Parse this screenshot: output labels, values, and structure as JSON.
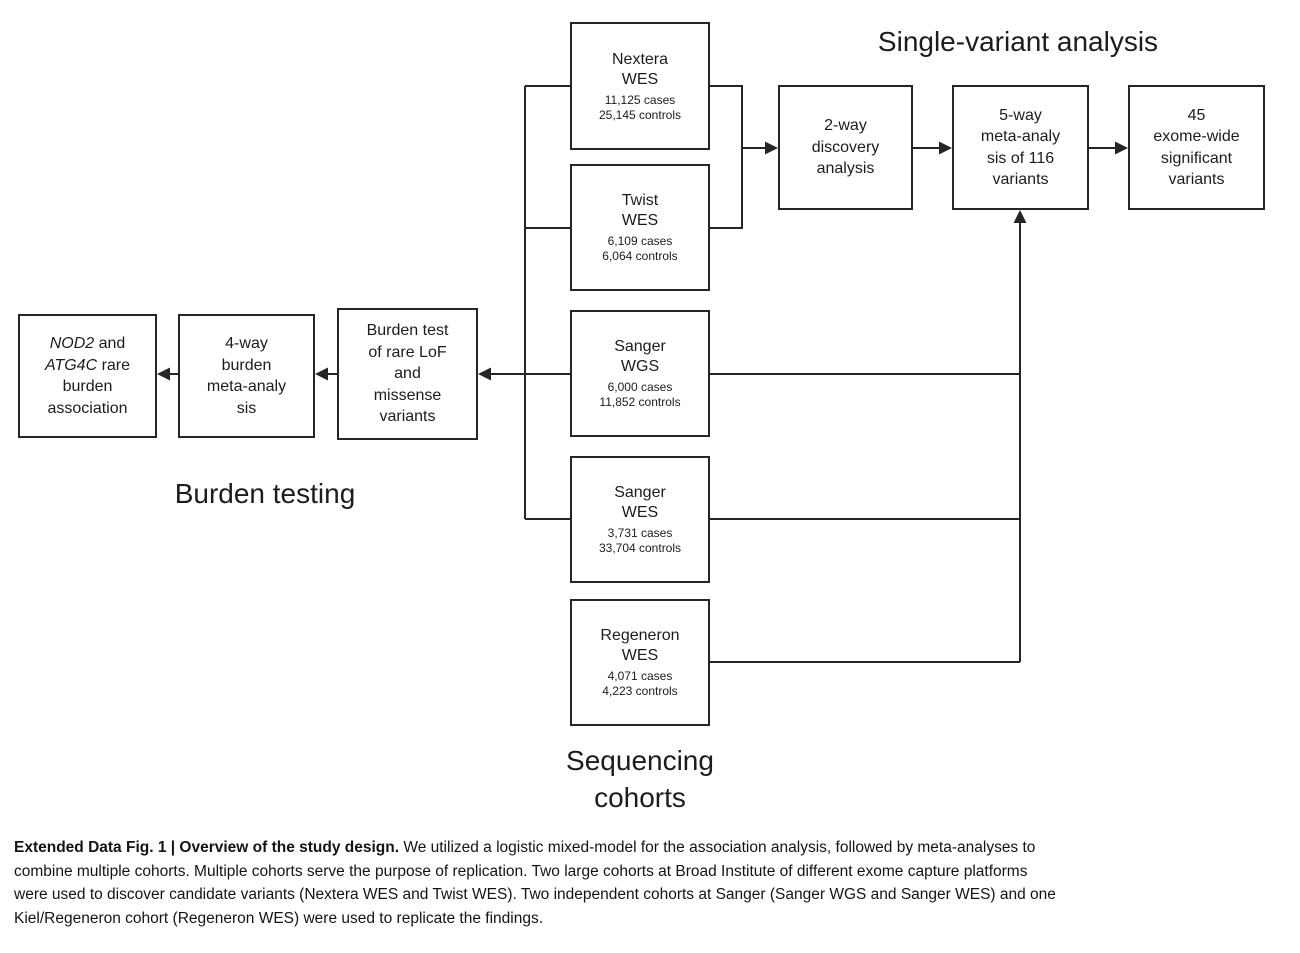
{
  "labels": {
    "single_variant": "Single-variant analysis",
    "burden_testing": "Burden testing",
    "sequencing_cohorts": "Sequencing\ncohorts"
  },
  "cohorts": [
    {
      "name": "Nextera\nWES",
      "cases": "11,125 cases",
      "controls": "25,145 controls"
    },
    {
      "name": "Twist\nWES",
      "cases": "6,109 cases",
      "controls": "6,064 controls"
    },
    {
      "name": "Sanger\nWGS",
      "cases": "6,000 cases",
      "controls": "11,852 controls"
    },
    {
      "name": "Sanger\nWES",
      "cases": "3,731 cases",
      "controls": "33,704 controls"
    },
    {
      "name": "Regeneron\nWES",
      "cases": "4,071 cases",
      "controls": "4,223 controls"
    }
  ],
  "single_variant_flow": {
    "discovery": "2-way\ndiscovery\nanalysis",
    "meta": "5-way\nmeta-analy\nsis of 116\nvariants",
    "result": "45\nexome-wide\nsignificant\nvariants"
  },
  "burden_flow": {
    "burden_test": "Burden test\nof rare LoF\nand\nmissense\nvariants",
    "meta": "4-way\nburden\nmeta-analy\nsis",
    "association": {
      "line1_italic": "NOD2",
      "line1_rest": " and",
      "line2_italic": "ATG4C",
      "line2_rest": " rare",
      "line3": "burden",
      "line4": "association"
    }
  },
  "caption": {
    "bold": "Extended Data Fig. 1 | Overview of the study design.",
    "line1_rest": " We utilized a logistic mixed-model for the association analysis, followed by meta-analyses to",
    "line2": "combine multiple cohorts. Multiple cohorts serve the purpose of replication. Two large cohorts at Broad Institute of different exome capture platforms",
    "line3": "were used to discover candidate variants (Nextera WES and Twist WES). Two independent cohorts at Sanger (Sanger WGS and Sanger WES) and one",
    "line4": "Kiel/Regeneron cohort (Regeneron WES) were used to replicate the findings."
  }
}
